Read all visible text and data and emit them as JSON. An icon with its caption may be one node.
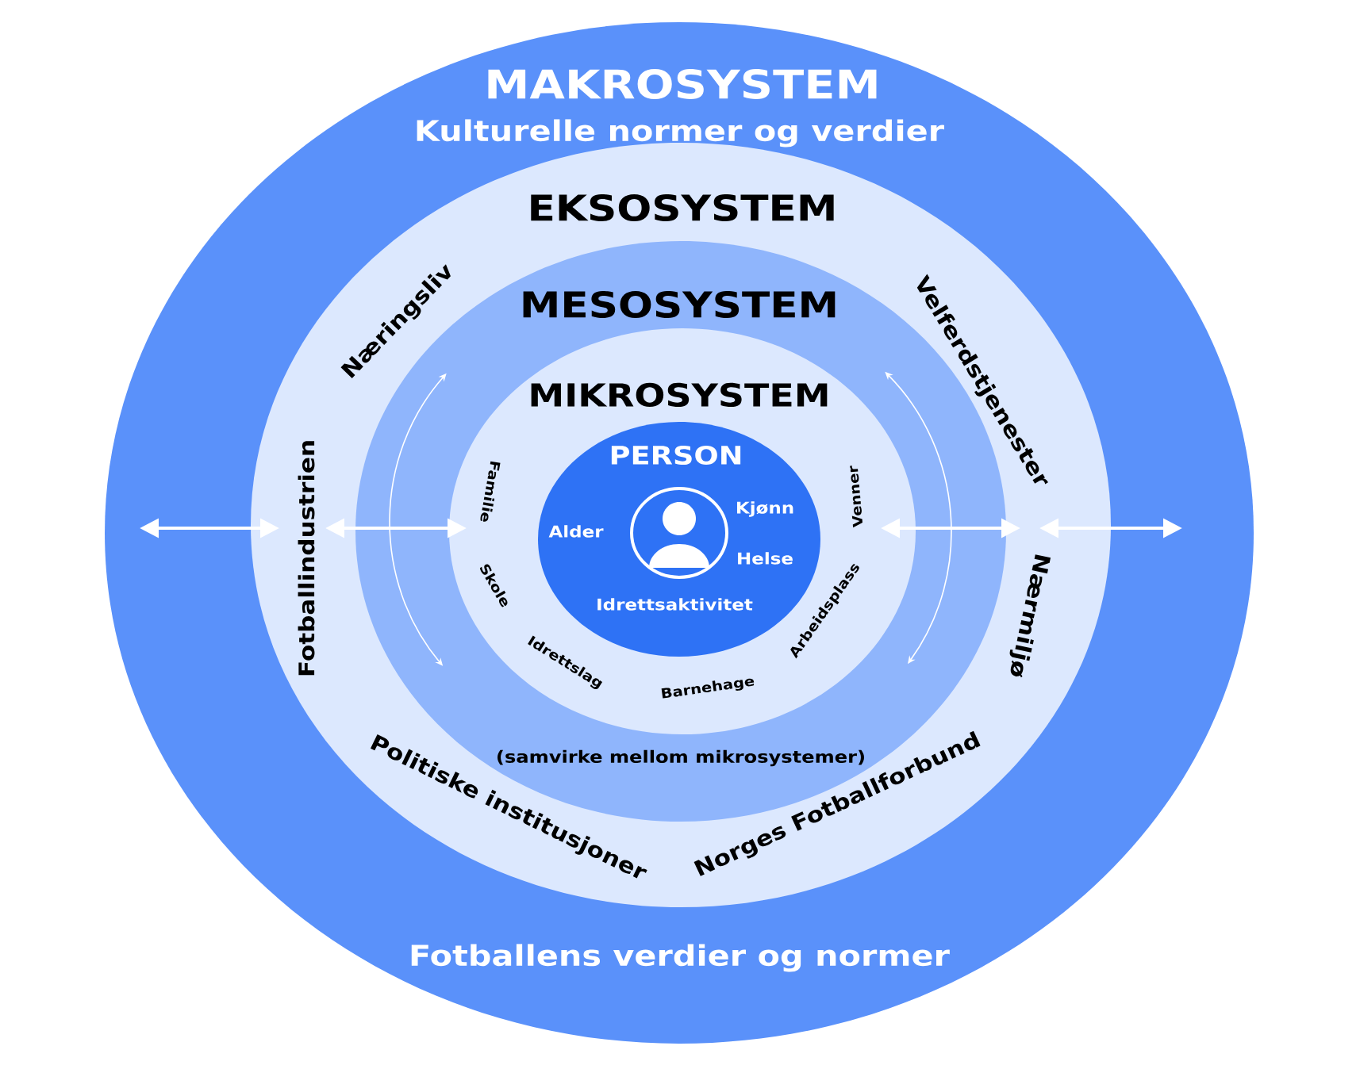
{
  "diagram": {
    "nodes": [
      {
        "text": [
          "MAKROSYSTEM",
          "Kulturelle normer og verdier",
          "Fotballens verdier og normer"
        ]
      },
      {
        "text": [
          "EKSOSYSTEM",
          "Næringsliv",
          "Velferdstjenester",
          "Fotballindustrien",
          "Nærmiljø",
          "Politiske institusjoner",
          "Norges Fotballforbund"
        ],
        "in": 0
      },
      {
        "text": [
          "MESOSYSTEM",
          "(samvirke mellom mikrosystemer)"
        ],
        "in": 1
      },
      {
        "text": [
          "MIKROSYSTEM",
          "Familie",
          "Venner",
          "Skole",
          "Arbeidsplass",
          "Idrettslag",
          "Barnehage"
        ],
        "in": 2
      },
      {
        "text": [
          "PERSON",
          "Kjønn",
          "Alder",
          "Helse",
          "Idrettsaktivitet"
        ],
        "in": 3
      }
    ],
    "edges": [
      {
        "from": 0,
        "to": 1,
        "arrow": "both"
      },
      {
        "from": 1,
        "to": 3,
        "arrow": "both"
      },
      {
        "from": 3,
        "to": 1,
        "arrow": "both"
      },
      {
        "from": 1,
        "to": 0,
        "arrow": "both"
      }
    ]
  }
}
